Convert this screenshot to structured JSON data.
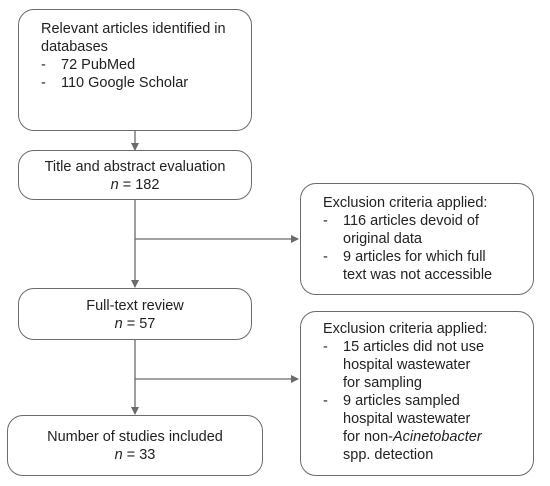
{
  "boxes": {
    "identified": {
      "line1": "Relevant articles identified in",
      "line2": "databases",
      "items": [
        "72 PubMed",
        "110 Google Scholar"
      ]
    },
    "screening": {
      "title": "Title and abstract evaluation",
      "n_var": "n",
      "n_rest": " = 182"
    },
    "exclusion1": {
      "title": "Exclusion criteria applied:",
      "items": [
        [
          "116 articles devoid of",
          "original data"
        ],
        [
          "9 articles for which full",
          "text was not accessible"
        ]
      ]
    },
    "fulltext": {
      "title": "Full-text review",
      "n_var": "n",
      "n_rest": " = 57"
    },
    "exclusion2": {
      "title": "Exclusion criteria applied:",
      "item1": [
        "15 articles did not use",
        "hospital wastewater",
        "for sampling"
      ],
      "item2_l1": "9 articles sampled",
      "item2_l2": "hospital wastewater",
      "item2_l3a": "for non-",
      "item2_l3b": "Acinetobacter",
      "item2_l4": "spp. detection"
    },
    "included": {
      "title": "Number of studies included",
      "n_var": "n",
      "n_rest": " = 33"
    }
  },
  "colors": {
    "border": "#6b6b6b",
    "text": "#222222"
  }
}
